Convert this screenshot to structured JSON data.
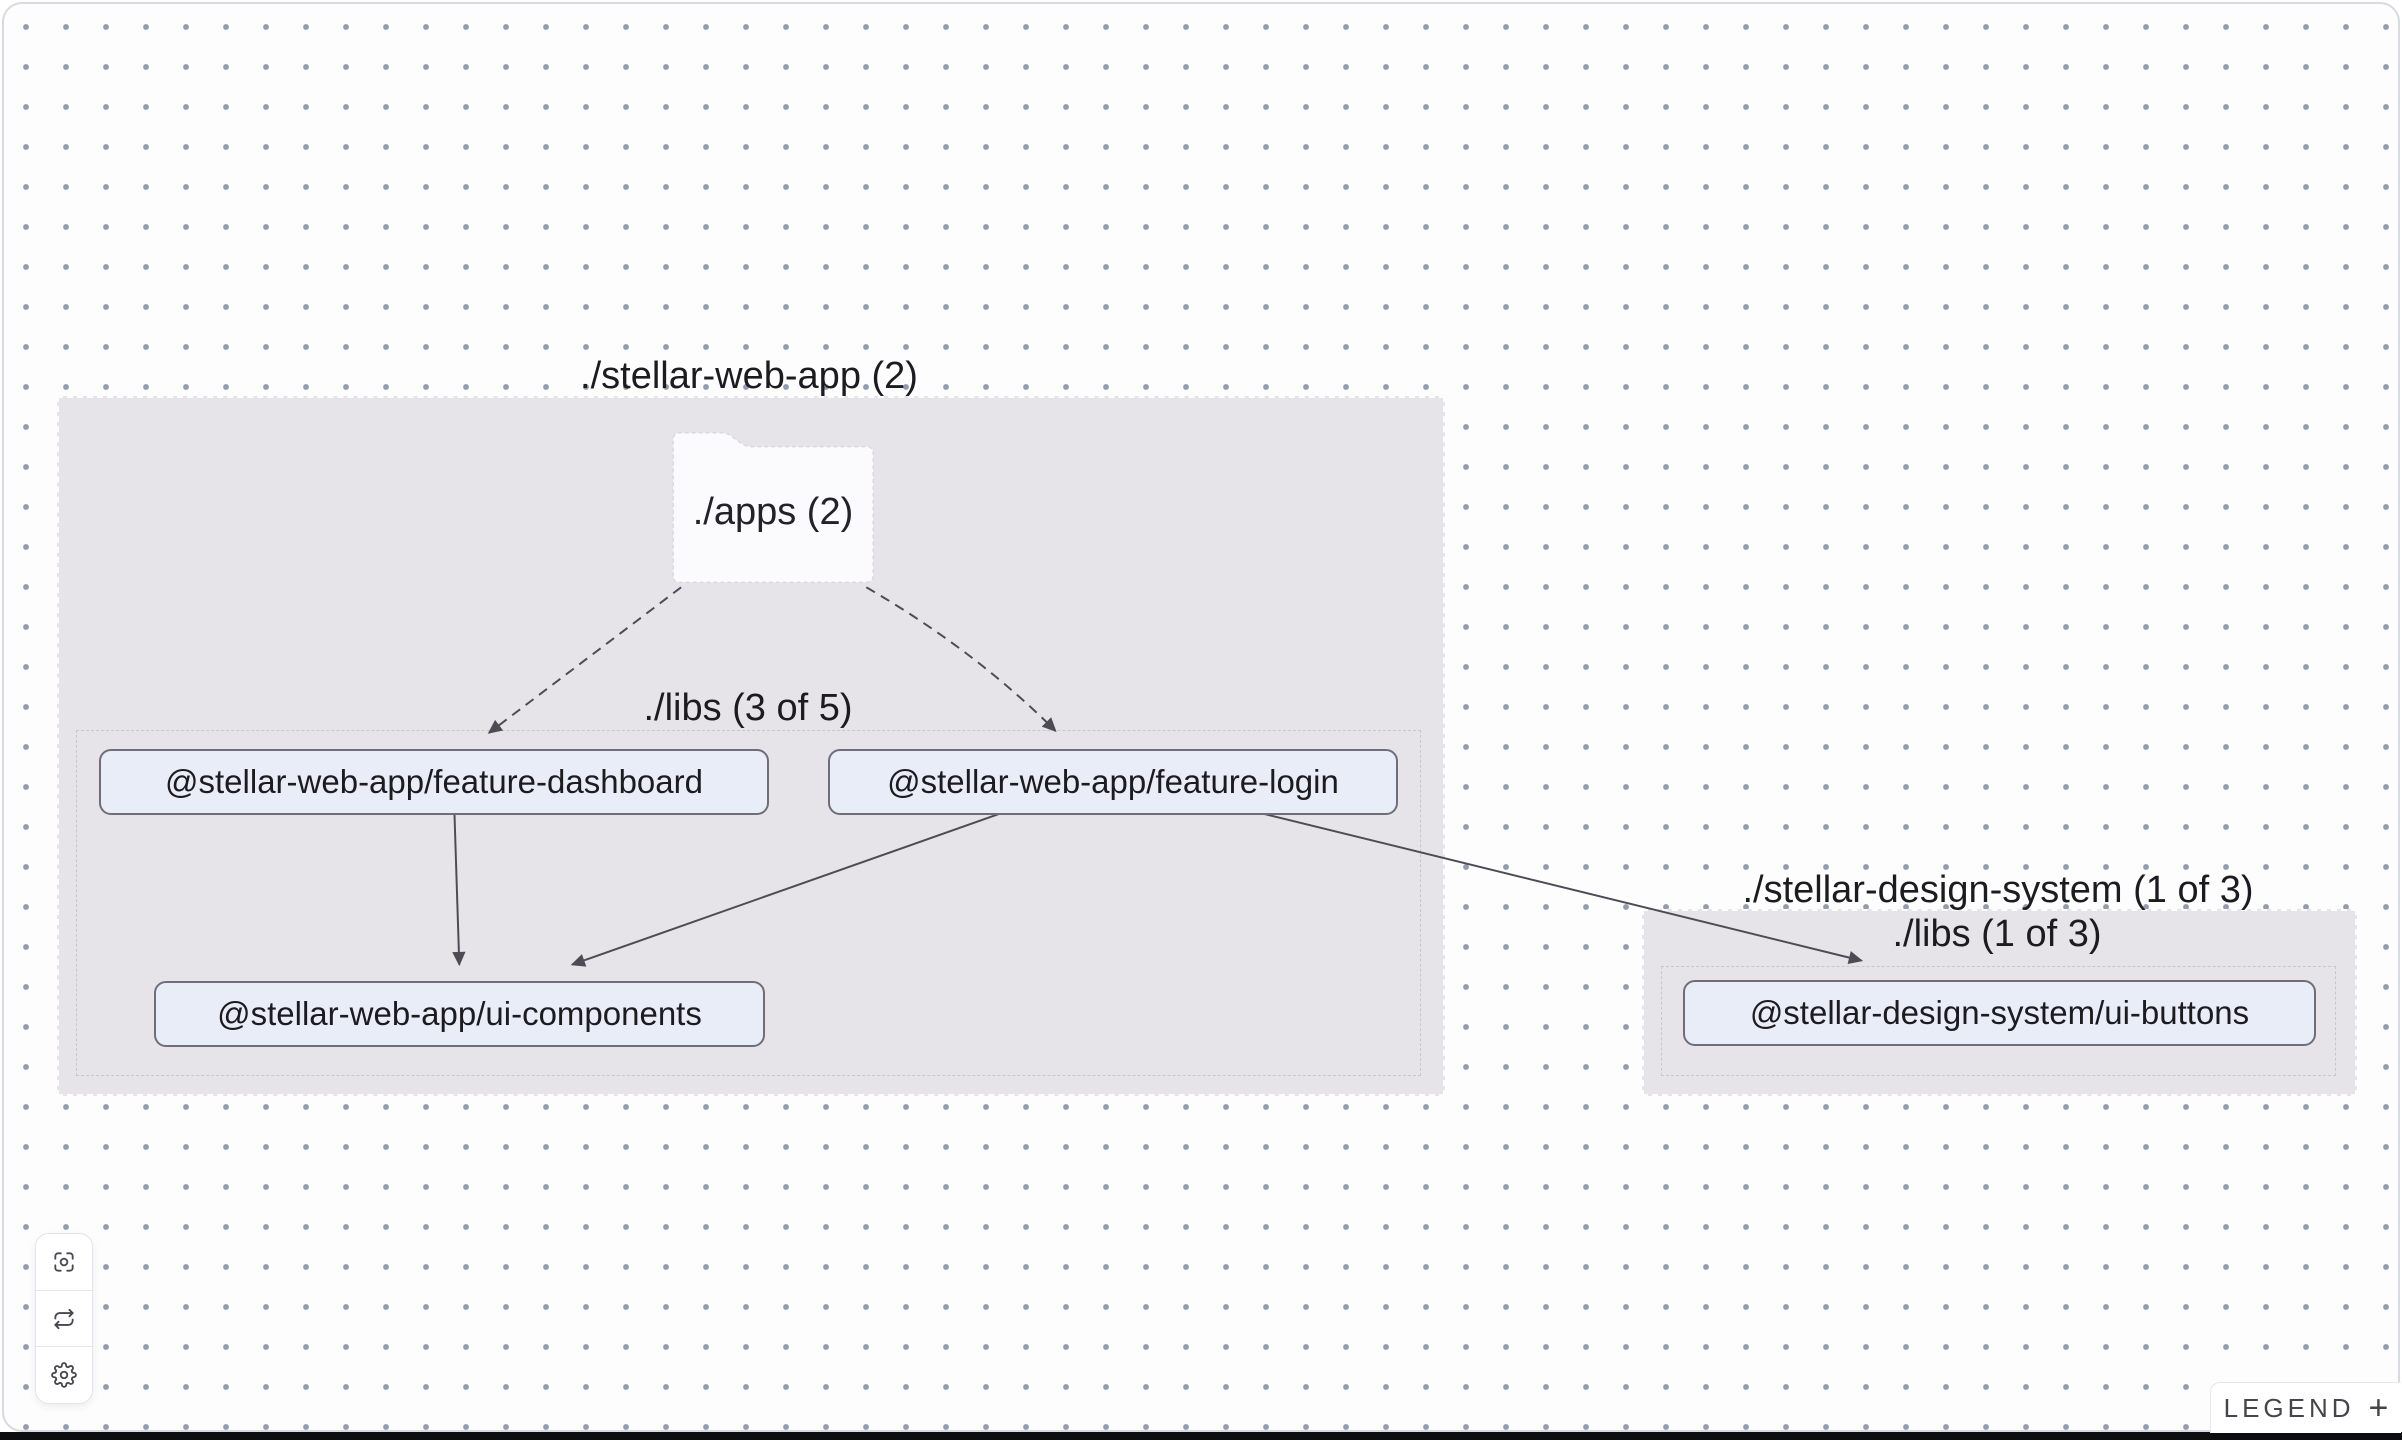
{
  "groups": {
    "web_app": {
      "label": "./stellar-web-app (2)"
    },
    "web_app_libs": {
      "label": "./libs (3 of 5)"
    },
    "design_system": {
      "label": "./stellar-design-system (1 of 3)"
    },
    "design_system_libs": {
      "label": "./libs (1 of 3)"
    }
  },
  "folder": {
    "label": "./apps (2)"
  },
  "nodes": {
    "feature_dashboard": {
      "label": "@stellar-web-app/feature-dashboard"
    },
    "feature_login": {
      "label": "@stellar-web-app/feature-login"
    },
    "ui_components": {
      "label": "@stellar-web-app/ui-components"
    },
    "ui_buttons": {
      "label": "@stellar-design-system/ui-buttons"
    }
  },
  "edges": [
    {
      "source": "./apps",
      "target": "@stellar-web-app/feature-dashboard",
      "style": "dashed"
    },
    {
      "source": "./apps",
      "target": "@stellar-web-app/feature-login",
      "style": "dashed"
    },
    {
      "source": "@stellar-web-app/feature-dashboard",
      "target": "@stellar-web-app/ui-components",
      "style": "solid"
    },
    {
      "source": "@stellar-web-app/feature-login",
      "target": "@stellar-web-app/ui-components",
      "style": "solid"
    },
    {
      "source": "@stellar-web-app/feature-login",
      "target": "@stellar-design-system/ui-buttons",
      "style": "solid"
    }
  ],
  "toolbar": {
    "buttons": [
      {
        "name": "focus",
        "icon": "focus-icon"
      },
      {
        "name": "refresh",
        "icon": "refresh-icon"
      },
      {
        "name": "settings",
        "icon": "gear-icon"
      }
    ]
  },
  "legend": {
    "label": "LEGEND",
    "toggle": "+"
  },
  "colors": {
    "canvas_bg": "#fdfdfe",
    "dot": "#939cac",
    "group_fill": "#e6e4e9",
    "inner_group_border": "#c9c6d0",
    "node_fill": "#e9edf7",
    "node_border": "#6f6e78",
    "edge": "#4d4c55",
    "folder_fill": "#fbfafc",
    "text": "#1c1b20"
  }
}
